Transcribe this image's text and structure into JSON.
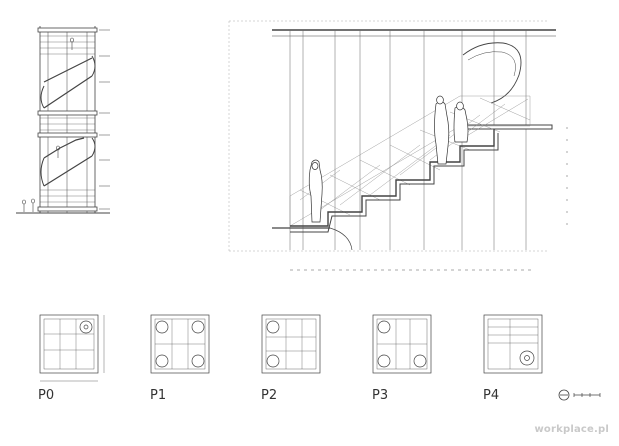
{
  "floor_plans": [
    {
      "label": "P0"
    },
    {
      "label": "P1"
    },
    {
      "label": "P2"
    },
    {
      "label": "P3"
    },
    {
      "label": "P4"
    }
  ],
  "watermark": "workplace.pl",
  "colors": {
    "line": "#333333",
    "light": "#9a9a9a",
    "watermark": "#c9c9c9"
  },
  "icons": {
    "north": "north-arrow-icon",
    "scale": "scale-bar-icon"
  }
}
